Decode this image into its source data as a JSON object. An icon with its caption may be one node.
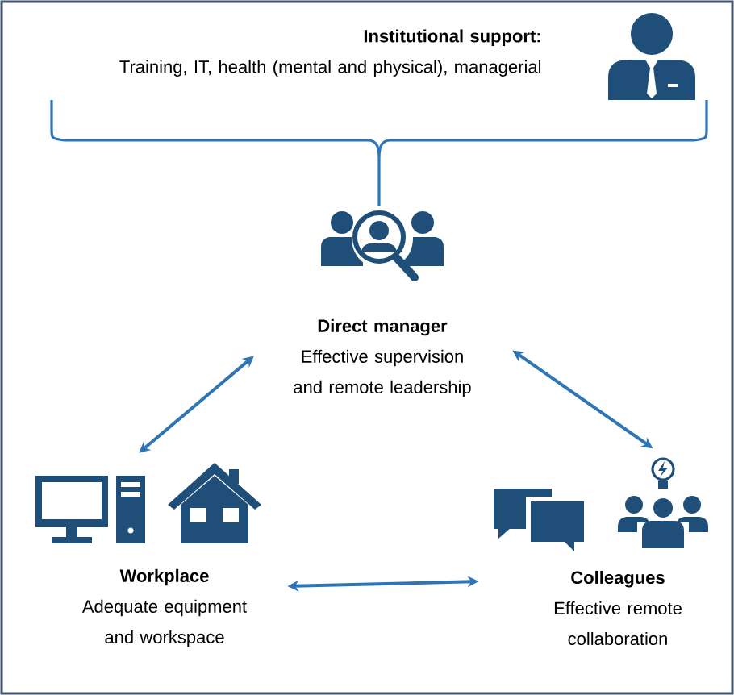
{
  "diagram": {
    "nodes": [
      {
        "text": [
          "Institutional support:",
          "Training, IT, health (mental and physical), managerial"
        ]
      },
      {
        "text": [
          "Direct manager",
          "Effective supervision and remote leadership"
        ]
      },
      {
        "text": [
          "Workplace",
          "Adequate equipment and workspace"
        ]
      },
      {
        "text": [
          "Colleagues",
          "Effective remote collaboration"
        ]
      }
    ],
    "edges": [
      {
        "from": 1,
        "to": 2,
        "arrow": "both"
      },
      {
        "from": 1,
        "to": 3,
        "arrow": "both"
      },
      {
        "from": 2,
        "to": 3,
        "arrow": "both"
      }
    ]
  }
}
